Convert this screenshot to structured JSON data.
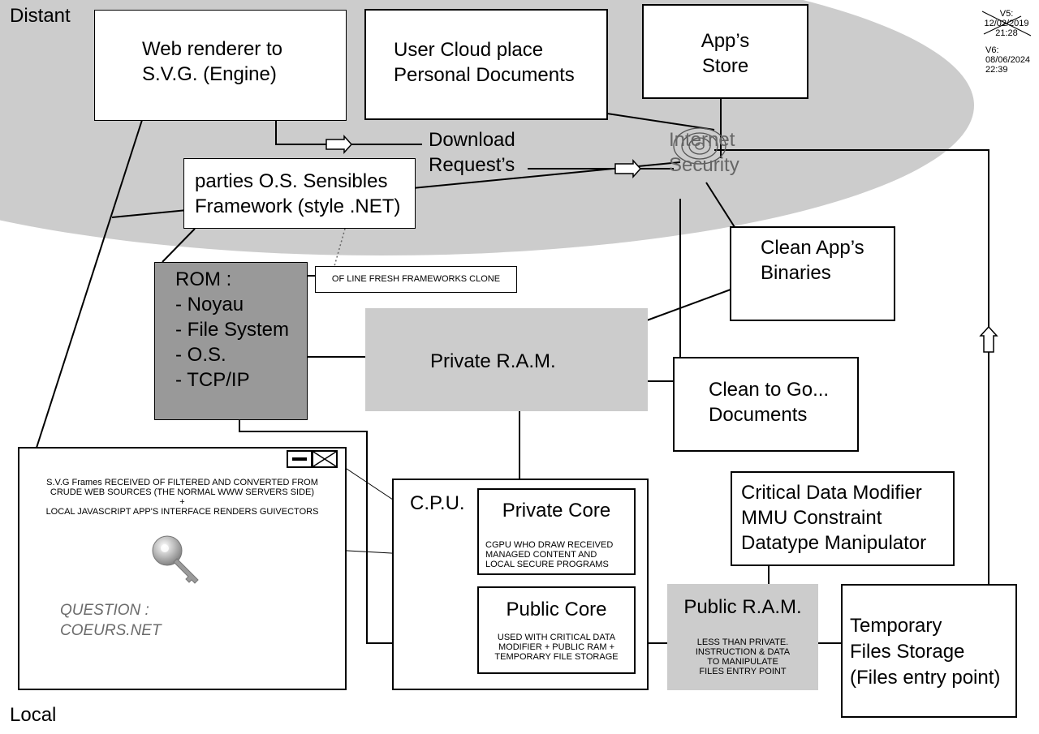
{
  "zones": {
    "distant": "Distant",
    "local": "Local"
  },
  "version": {
    "v5": "V5:\n12/02/2019\n21:28",
    "v6": "V6:\n08/06/2024\n22:39"
  },
  "boxes": {
    "web_renderer": "Web renderer to\nS.V.G. (Engine)",
    "user_cloud": "User Cloud place\nPersonal Documents",
    "app_store": "App’s\nStore",
    "download_request": "Download\nRequest’s",
    "internet_security": "Internet\nSecurity",
    "parties_os": "parties O.S. Sensibles\nFramework (style .NET)",
    "offline_clone": "OF LINE FRESH FRAMEWORKS CLONE",
    "rom": "ROM :\n- Noyau\n- File System\n- O.S.\n- TCP/IP",
    "clean_binaries": "Clean App’s\nBinaries",
    "private_ram": "Private R.A.M.",
    "clean_documents": "Clean to Go...\nDocuments",
    "cpu": "C.P.U.",
    "private_core": "Private Core",
    "private_core_desc": "CGPU WHO DRAW RECEIVED\nMANAGED CONTENT AND\nLOCAL SECURE PROGRAMS",
    "public_core": "Public Core",
    "public_core_desc": "USED WITH CRITICAL DATA\nMODIFIER + PUBLIC RAM +\nTEMPORARY FILE STORAGE",
    "critical_data": "Critical Data Modifier\nMMU Constraint\nDatatype Manipulator",
    "public_ram": "Public R.A.M.",
    "public_ram_desc": "LESS THAN PRIVATE.\nINSTRUCTION & DATA\nTO MANIPULATE\nFILES ENTRY POINT",
    "temp_storage": "Temporary\nFiles Storage\n(Files entry point)"
  },
  "window": {
    "description": "S.V.G Frames RECEIVED OF FILTERED AND CONVERTED FROM\nCRUDE WEB SOURCES (THE NORMAL WWW SERVERS SIDE)\n+\nLOCAL JAVASCRIPT APP'S INTERFACE RENDERS GUIVECTORS",
    "question": "QUESTION :\nCOEURS.NET",
    "icon": "key-icon"
  },
  "colors": {
    "distant_zone": "#cccccc",
    "rom_fill": "#999999",
    "private_ram_fill": "#cccccc",
    "public_ram_fill": "#cccccc",
    "line": "#000000"
  }
}
